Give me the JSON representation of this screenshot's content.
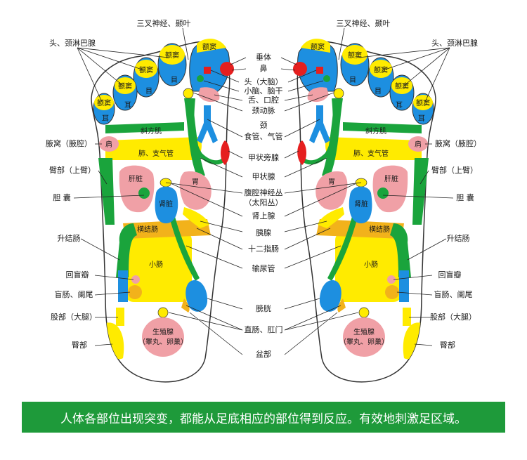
{
  "labels": {
    "trigeminal": "三叉神经、颞叶",
    "head_lymph": "头、颈淋巴腺",
    "pituitary": "垂体",
    "nose": "鼻",
    "head_brain": "头（大脑）",
    "cerebellum": "小脑、脑干",
    "tongue": "舌、口腔",
    "carotid": "颈动脉",
    "neck": "颈",
    "esophagus": "食管、气管",
    "parathyroid": "甲状旁腺",
    "thyroid": "甲状腺",
    "celiac": "腹腔神经丛",
    "celiac_sub": "（太阳丛）",
    "adrenal": "肾上腺",
    "pancreas": "胰腺",
    "duodenum": "十二指肠",
    "ureter": "输尿管",
    "bladder": "膀胱",
    "rectum": "直肠、肛门",
    "pelvis": "盆部",
    "armpit": "腋窝（腋腔）",
    "upper_arm": "臂部（上臂）",
    "gallbladder": "胆 囊",
    "ascending": "升结肠",
    "ileocecal": "回盲瓣",
    "cecum": "盲肠、阑尾",
    "thigh": "股部（大腿）",
    "buttock": "臀部"
  },
  "zones": {
    "sinus": "额窦",
    "eye": "目",
    "ear": "耳",
    "trapezius": "斜方肌",
    "shoulder": "肩",
    "lung": "肺、支气管",
    "liver": "肝脏",
    "stomach": "胃",
    "kidney": "肾脏",
    "transverse": "横结肠",
    "small_intestine": "小肠",
    "gonad": "生殖腺",
    "gonad_sub": "（睾丸、卵巢）"
  },
  "banner": "人体各部位出现突变，都能从足底相应的部位得到反应。有效地刺激足区域。",
  "colors": {
    "yellow": "#ffeb00",
    "blue": "#1d8fe0",
    "green": "#1aa43c",
    "pink": "#f0a0a6",
    "red": "#e51f1f",
    "orange": "#f2b21b",
    "banner": "#1e9a3a"
  }
}
